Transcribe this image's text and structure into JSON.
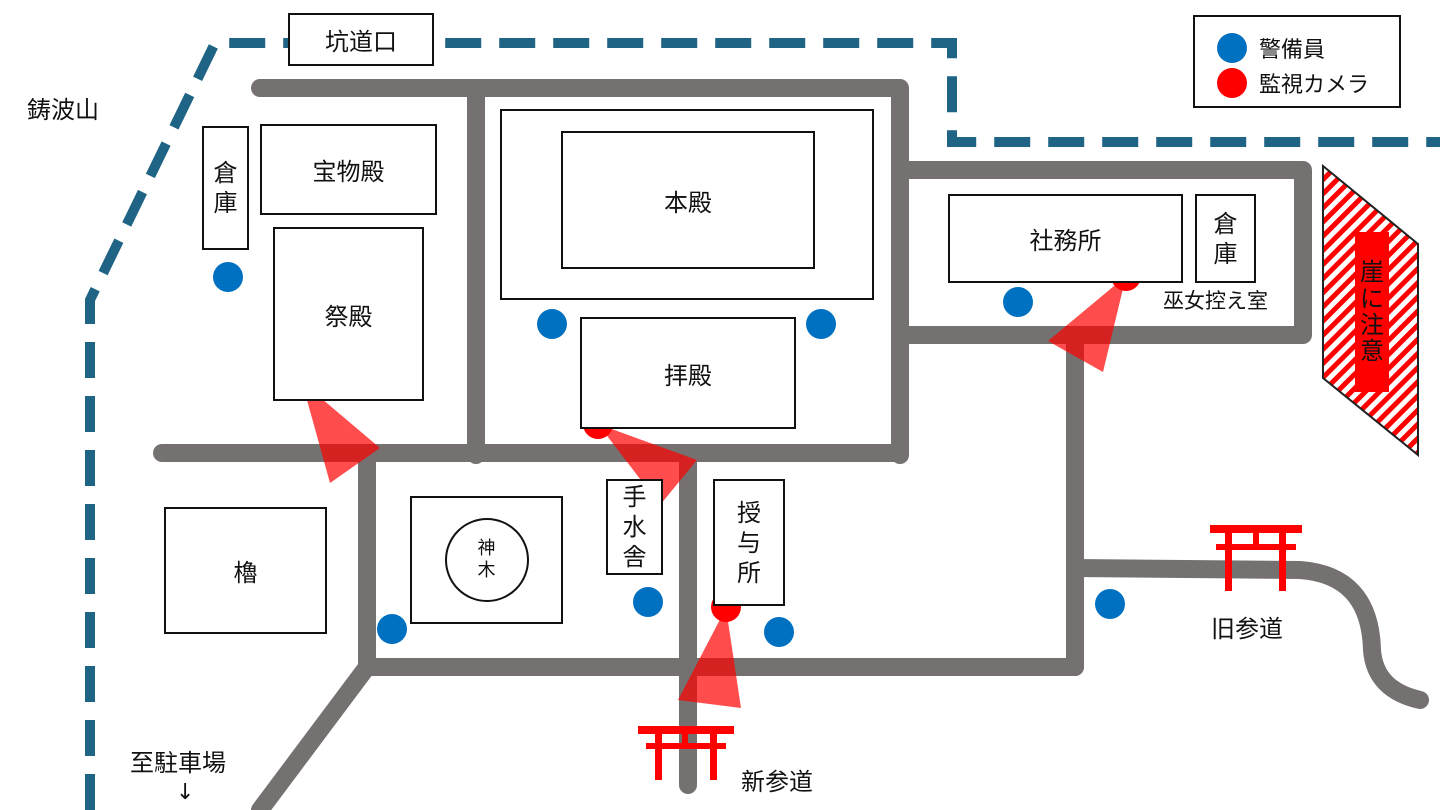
{
  "mountain_label": "鋳波山",
  "tunnel_label": "坑道口",
  "parking_label": "至駐車場",
  "parking_arrow": "↓",
  "new_approach_label": "新参道",
  "old_approach_label": "旧参道",
  "miko_room_label": "巫女控え室",
  "cliff_label": [
    "崖",
    "に",
    "注",
    "意"
  ],
  "buildings": {
    "warehouse_left": [
      "倉",
      "庫"
    ],
    "treasure_hall": "宝物殿",
    "ritual_hall": "祭殿",
    "main_hall": "本殿",
    "worship_hall": "拝殿",
    "office": "社務所",
    "warehouse_right": [
      "倉",
      "庫"
    ],
    "tower": "櫓",
    "sacred_tree": [
      "神",
      "木"
    ],
    "purification": [
      "手",
      "水",
      "舎"
    ],
    "amulet_office": [
      "授",
      "与",
      "所"
    ]
  },
  "legend": {
    "guard_label": "警備員",
    "camera_label": "監視カメラ",
    "guard_color": "#0070c0",
    "camera_color": "#ff0000"
  },
  "colors": {
    "road": "#767171",
    "boundary": "#1f6385",
    "torii": "#ff0000",
    "camera_cone": "#ff0000"
  },
  "icons": {
    "guard": "blue-dot-icon",
    "camera": "red-dot-icon",
    "torii": "torii-gate-icon"
  }
}
